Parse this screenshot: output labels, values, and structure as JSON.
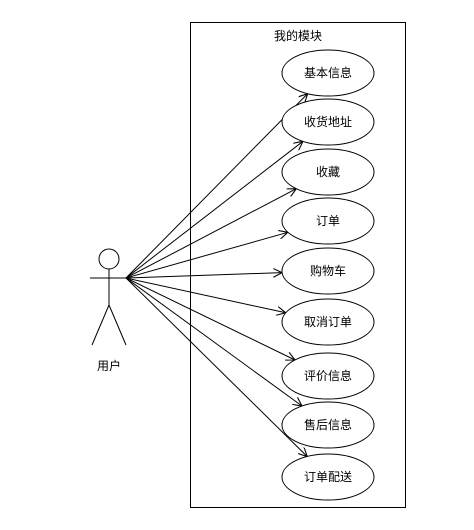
{
  "system": {
    "title": "我的模块"
  },
  "actor": {
    "name": "用户"
  },
  "use_cases": [
    {
      "label": "基本信息"
    },
    {
      "label": "收货地址"
    },
    {
      "label": "收藏"
    },
    {
      "label": "订单"
    },
    {
      "label": "购物车"
    },
    {
      "label": "取消订单"
    },
    {
      "label": "评价信息"
    },
    {
      "label": "售后信息"
    },
    {
      "label": "订单配送"
    }
  ],
  "colors": {
    "stroke": "#000000",
    "background": "#ffffff"
  }
}
